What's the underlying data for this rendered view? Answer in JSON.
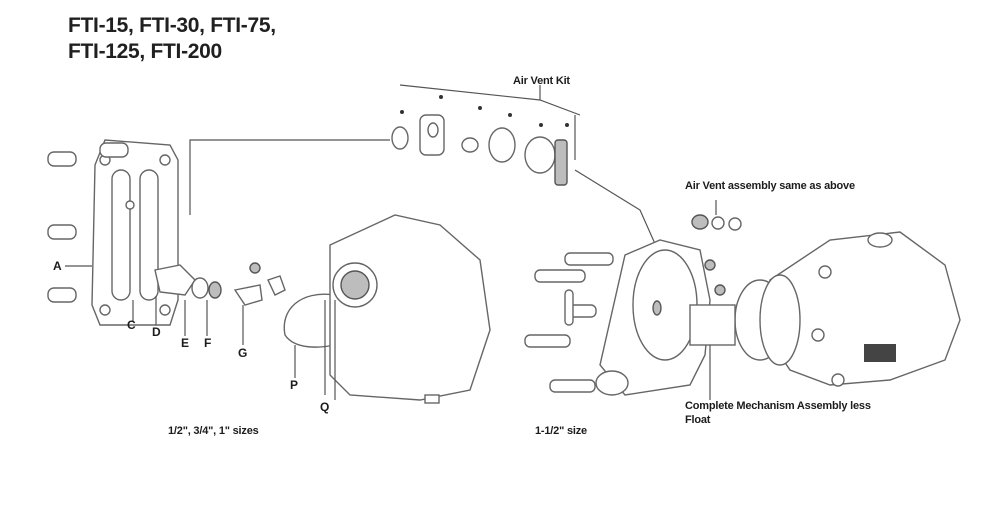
{
  "title": {
    "line1": "FTI-15, FTI-30, FTI-75,",
    "line2": "FTI-125, FTI-200"
  },
  "callouts": {
    "air_vent_kit": "Air Vent Kit",
    "air_vent_same": "Air Vent assembly same as above",
    "complete_mechanism_line1": "Complete Mechanism Assembly less",
    "complete_mechanism_line2": "Float"
  },
  "size_labels": {
    "small_sizes": "1/2\", 3/4\", 1\" sizes",
    "large_size": "1-1/2\" size"
  },
  "part_letters": {
    "A": "A",
    "C": "C",
    "D": "D",
    "E": "E",
    "F": "F",
    "G": "G",
    "P": "P",
    "Q": "Q"
  },
  "colors": {
    "line": "#555555",
    "text": "#1c1c1c",
    "background": "#ffffff"
  }
}
